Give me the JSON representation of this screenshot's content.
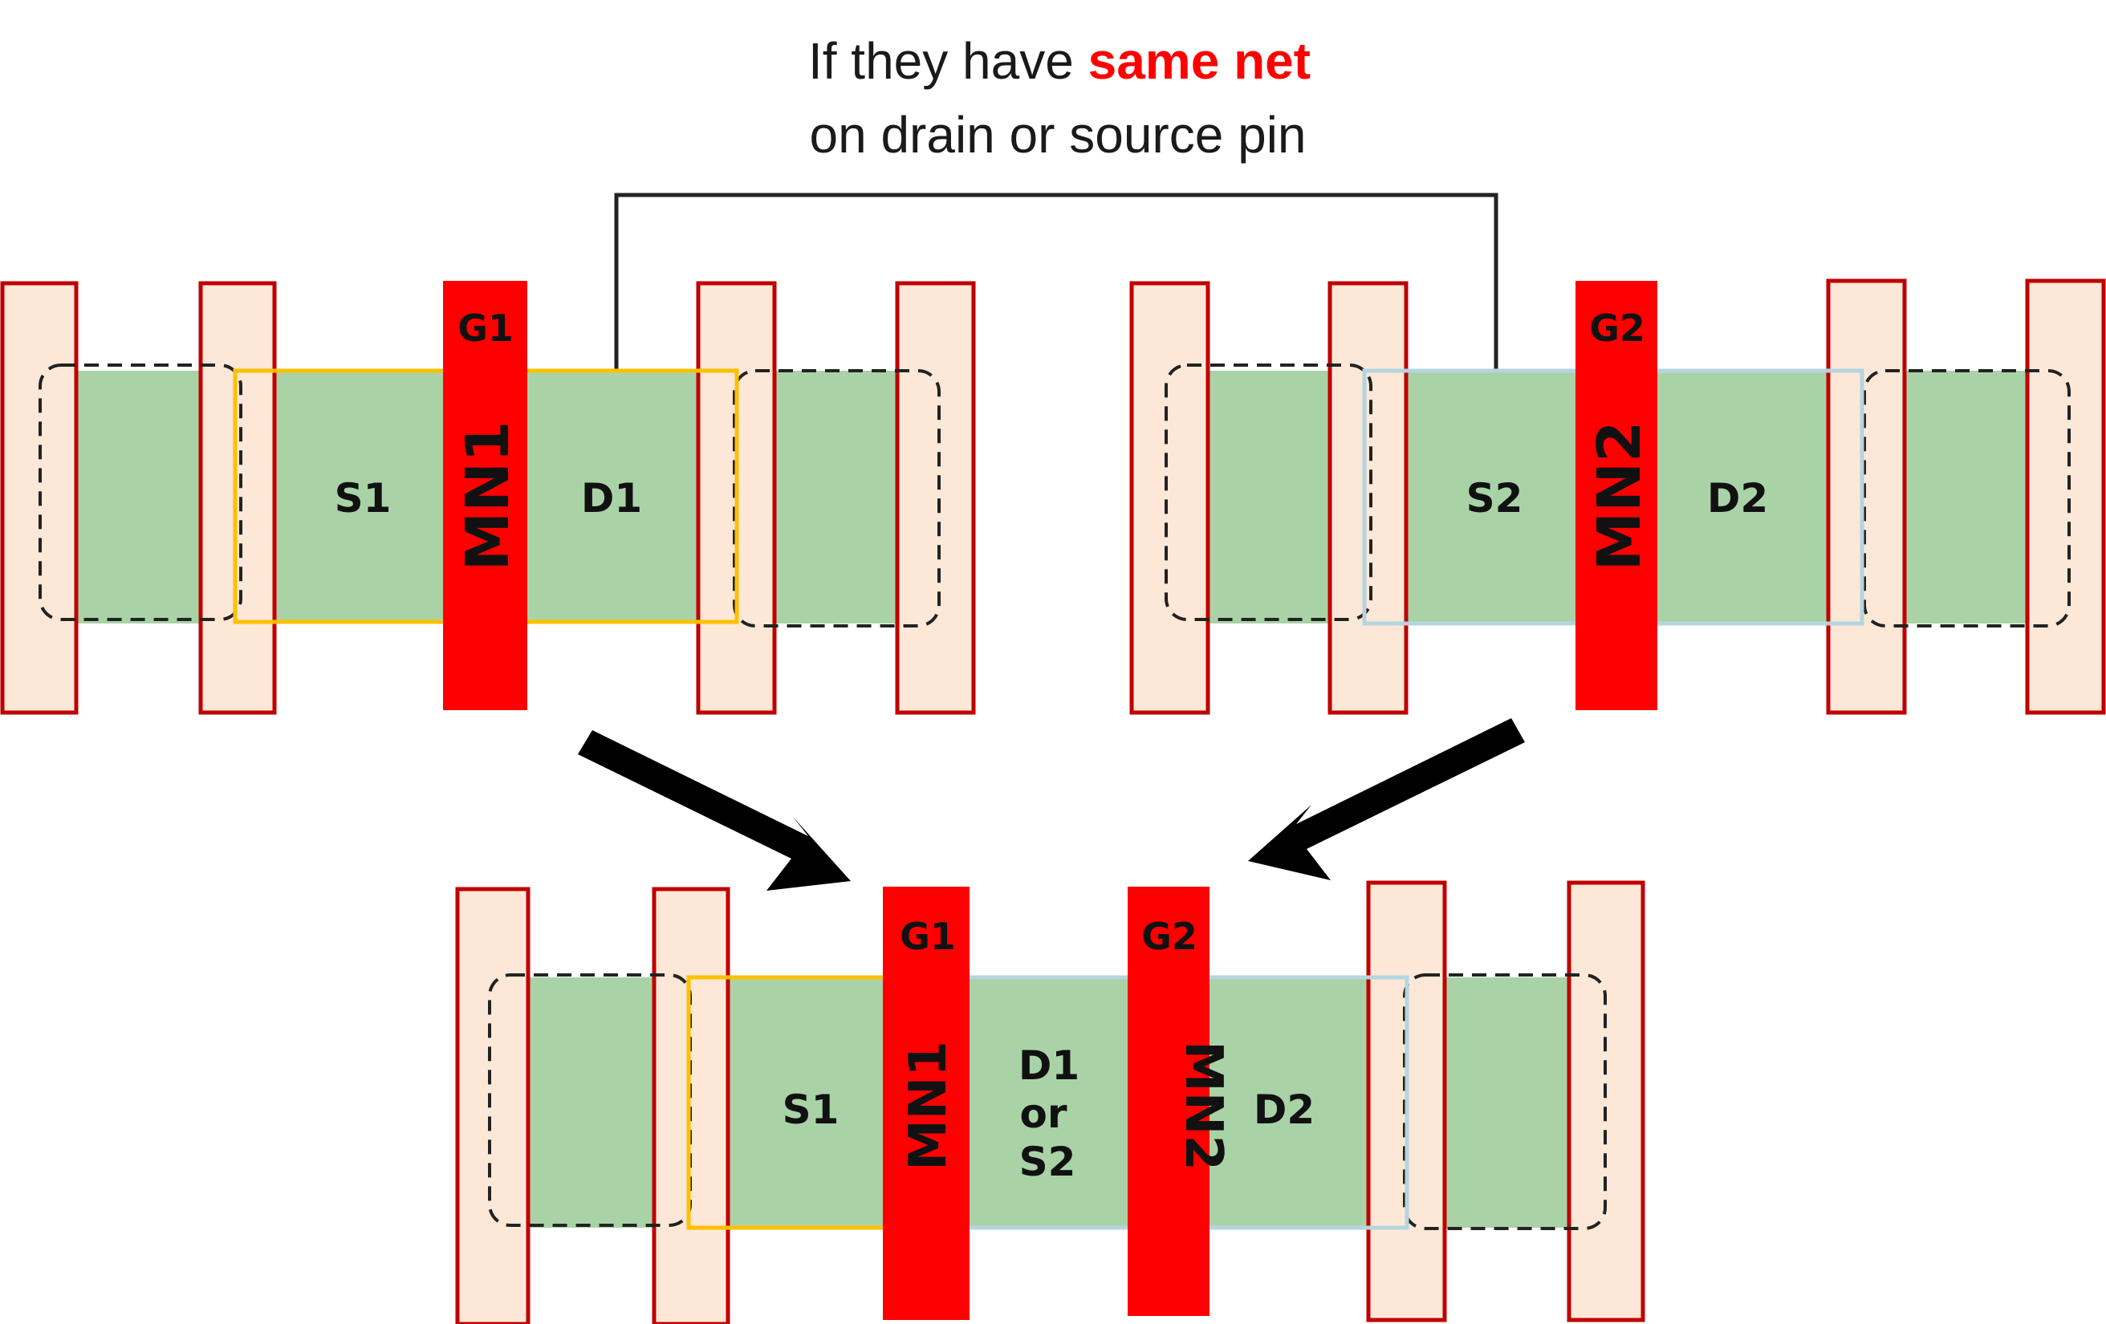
{
  "caption": {
    "line1_prefix": "If they have ",
    "line1_highlight": "same net",
    "line2": "on drain or source pin"
  },
  "colors": {
    "highlight": "#ff0000",
    "gate": "#ff0000",
    "diffusion": "#a9d3a6",
    "poly_fill": "#fde8d7",
    "poly_stroke": "#c00000",
    "device1_outline": "#ffc000",
    "device2_outline": "#b4d5e0"
  },
  "top_left": {
    "gate": "G1",
    "device": "MN1",
    "source": "S1",
    "drain": "D1"
  },
  "top_right": {
    "gate": "G2",
    "device": "MN2",
    "source": "S2",
    "drain": "D2"
  },
  "merged": {
    "gate1": "G1",
    "gate2": "G2",
    "device1": "MN1",
    "device2": "MN2",
    "source": "S1",
    "shared_line1": "D1",
    "shared_line2": "or",
    "shared_line3": "S2",
    "drain": "D2"
  }
}
